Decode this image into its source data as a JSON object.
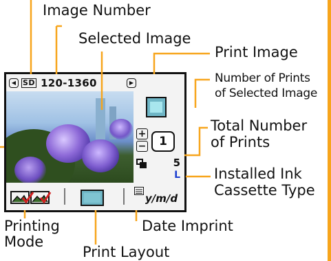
{
  "labels": {
    "image_number": "Image Number",
    "selected_image": "Selected Image",
    "print_image": "Print Image",
    "num_prints_line1": "Number of Prints",
    "num_prints_line2": "of Selected Image",
    "total_line1": "Total Number",
    "total_line2": "of Prints",
    "ink_line1": "Installed Ink",
    "ink_line2": "Cassette Type",
    "printing_mode_line1": "Printing",
    "printing_mode_line2": "Mode",
    "date_imprint": "Date Imprint",
    "print_layout": "Print Layout"
  },
  "screen": {
    "sd_badge": "SD",
    "image_number": "120-1360",
    "left_arrow": "◀",
    "right_arrow": "▶",
    "plus": "+",
    "minus": "−",
    "prints_of_selected": "1",
    "total_prints": "5",
    "ink_type": "L",
    "date_format": "y/m/d"
  },
  "colors": {
    "callout_line": "#f7a51c",
    "ink_type_text": "#1c3fd0",
    "print_thumb": "#a8e6ee"
  }
}
